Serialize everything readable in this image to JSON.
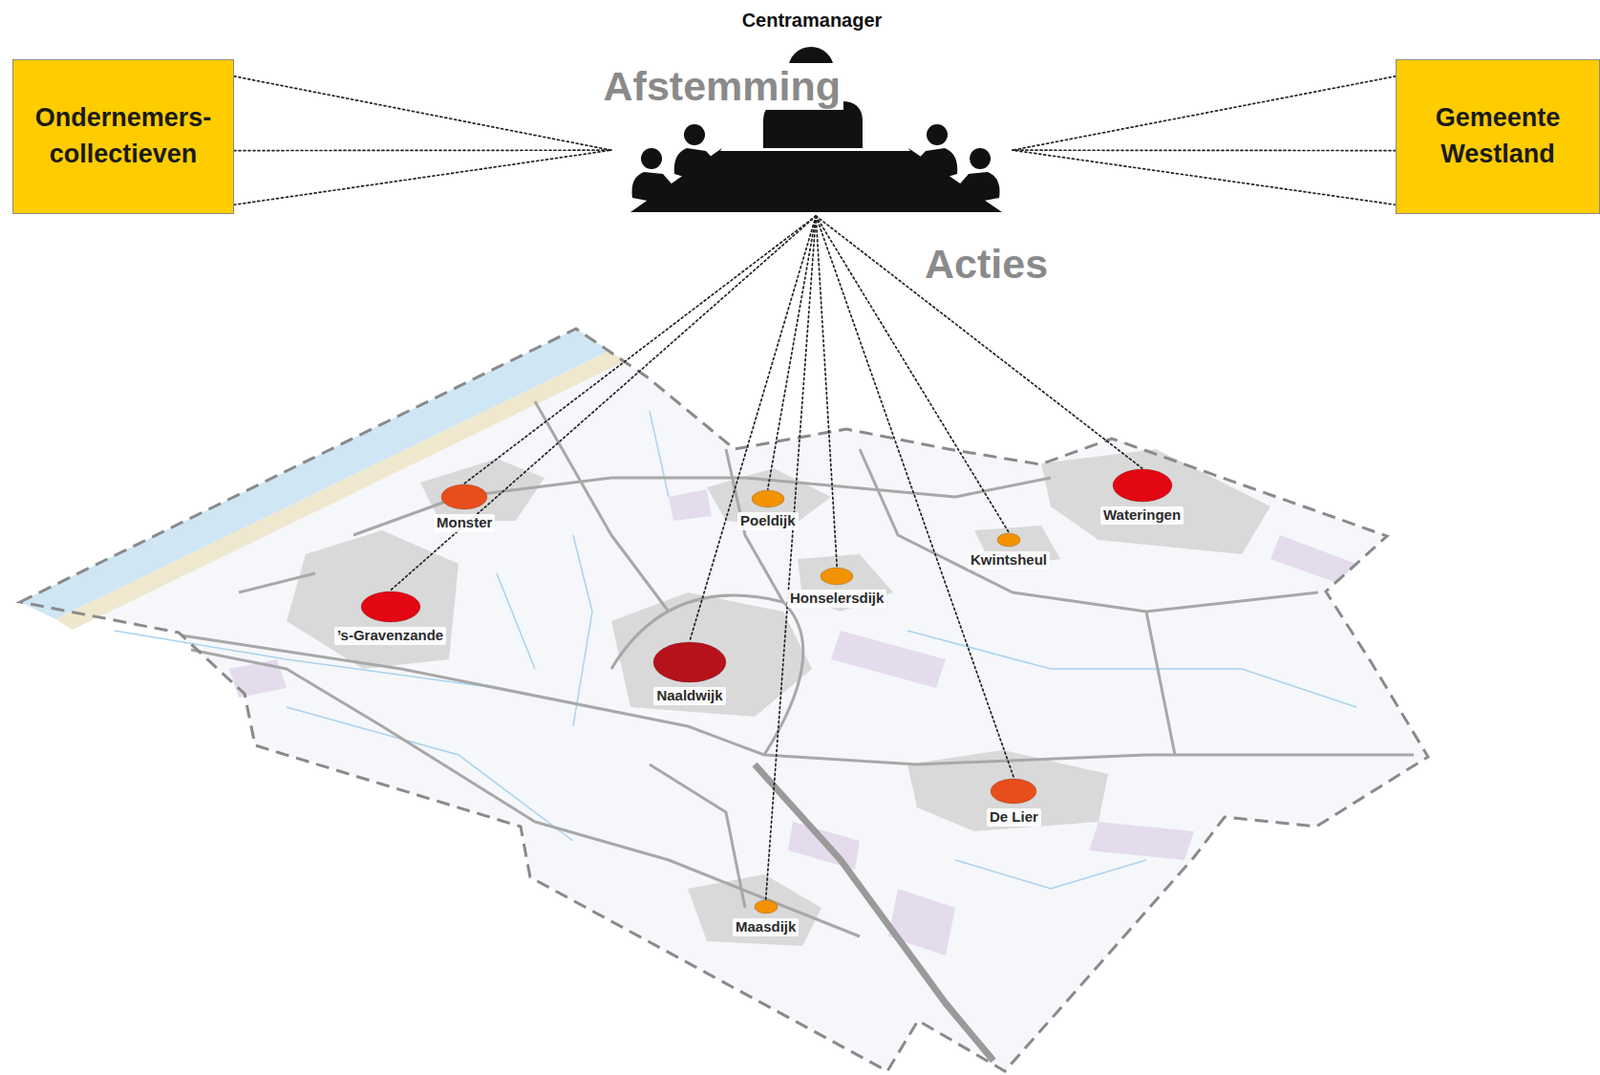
{
  "diagram": {
    "nodes": [
      {
        "text": [
          "Ondernemers- collectieven"
        ]
      },
      {
        "text": [
          "Centramanager"
        ]
      },
      {
        "text": [
          "Gemeente Westland"
        ]
      },
      {
        "text": [
          "Monster"
        ]
      },
      {
        "text": [
          "Poeldijk"
        ]
      },
      {
        "text": [
          "Wateringen"
        ]
      },
      {
        "text": [
          "Kwintsheul"
        ]
      },
      {
        "text": [
          "’s-Gravenzande"
        ]
      },
      {
        "text": [
          "Honselersdijk"
        ]
      },
      {
        "text": [
          "Naaldwijk"
        ]
      },
      {
        "text": [
          "De Lier"
        ]
      },
      {
        "text": [
          "Maasdijk"
        ]
      }
    ],
    "edges": [
      {
        "from": 0,
        "to": 1,
        "arrow": "none"
      },
      {
        "from": 0,
        "to": 1,
        "arrow": "none"
      },
      {
        "from": 0,
        "to": 1,
        "arrow": "none"
      },
      {
        "from": 2,
        "to": 1,
        "arrow": "none"
      },
      {
        "from": 2,
        "to": 1,
        "arrow": "none"
      },
      {
        "from": 2,
        "to": 1,
        "arrow": "none"
      },
      {
        "from": 1,
        "to": 3,
        "arrow": "none"
      },
      {
        "from": 1,
        "to": 4,
        "arrow": "none"
      },
      {
        "from": 1,
        "to": 5,
        "arrow": "none"
      },
      {
        "from": 1,
        "to": 6,
        "arrow": "none"
      },
      {
        "from": 1,
        "to": 7,
        "arrow": "none"
      },
      {
        "from": 1,
        "to": 8,
        "arrow": "none"
      },
      {
        "from": 1,
        "to": 9,
        "arrow": "none"
      },
      {
        "from": 1,
        "to": 10,
        "arrow": "none"
      },
      {
        "from": 1,
        "to": 11,
        "arrow": "none"
      }
    ],
    "labels": [
      "Afstemming",
      "Acties"
    ]
  }
}
